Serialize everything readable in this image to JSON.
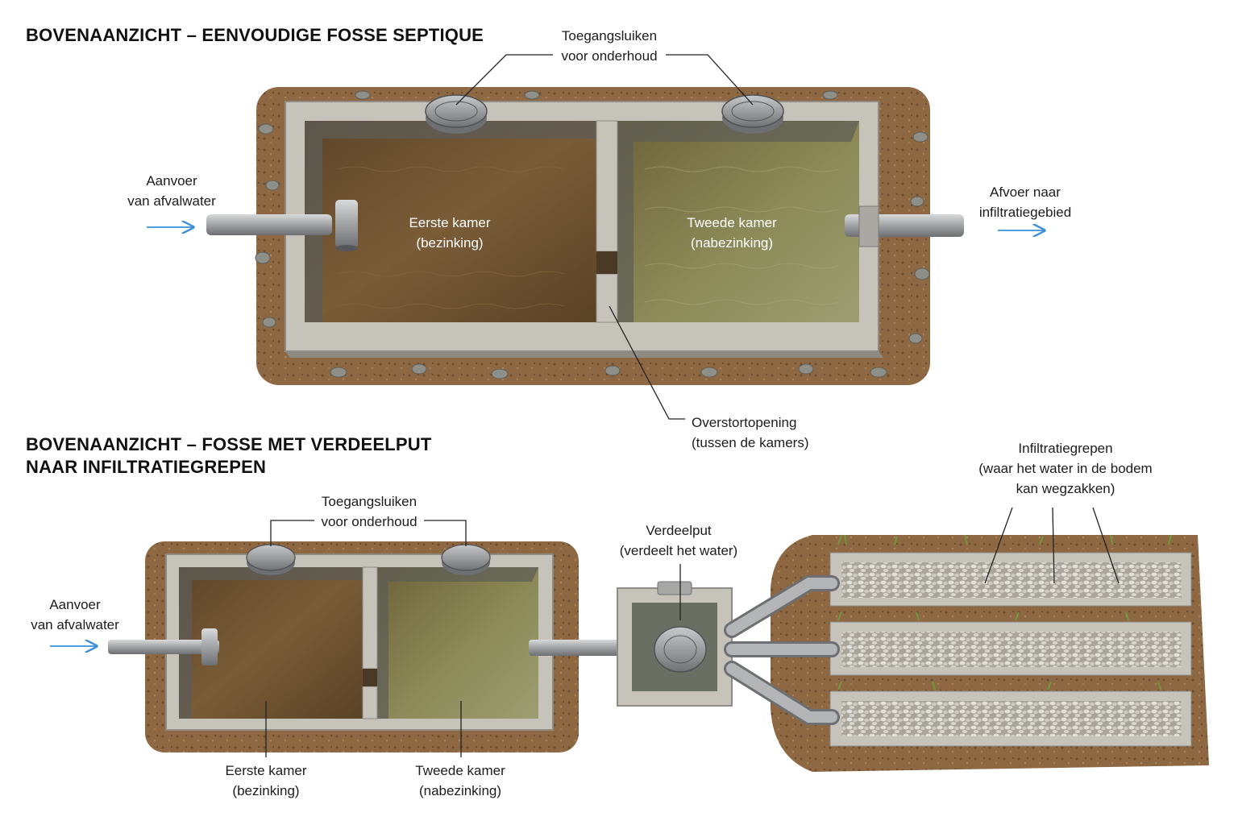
{
  "top": {
    "title": "BOVENAANZICHT – EENVOUDIGE FOSSE SEPTIQUE",
    "access_hatches": [
      "Toegangsluiken",
      "voor onderhoud"
    ],
    "inflow": [
      "Aanvoer",
      "van afvalwater"
    ],
    "outflow": [
      "Afvoer naar",
      "infiltratiegebied"
    ],
    "chamber1": [
      "Eerste kamer",
      "(bezinking)"
    ],
    "chamber2": [
      "Tweede kamer",
      "(nabezinking)"
    ],
    "overflow": [
      "Overstortopening",
      "(tussen de kamers)"
    ]
  },
  "bottom": {
    "title": [
      "BOVENAANZICHT – FOSSE MET VERDEELPUT",
      "NAAR INFILTRATIEGREPEN"
    ],
    "access_hatches": [
      "Toegangsluiken",
      "voor onderhoud"
    ],
    "inflow": [
      "Aanvoer",
      "van afvalwater"
    ],
    "chamber1": [
      "Eerste kamer",
      "(bezinking)"
    ],
    "chamber2": [
      "Tweede kamer",
      "(nabezinking)"
    ],
    "distribution_box": [
      "Verdeelput",
      "(verdeelt het water)"
    ],
    "trenches": [
      "Infiltratiegrepen",
      "(waar het water in de bodem",
      "kan wegzakken)"
    ]
  },
  "colors": {
    "concrete": "#bdbab2",
    "soil": "#8a6440",
    "sludge": "#6e5434",
    "water": "#7f7a4c",
    "pipe": "#9a9c9e",
    "arrow": "#3a8fd6",
    "gravel": "#c9c6bd",
    "grass": "#6f9a3a"
  }
}
